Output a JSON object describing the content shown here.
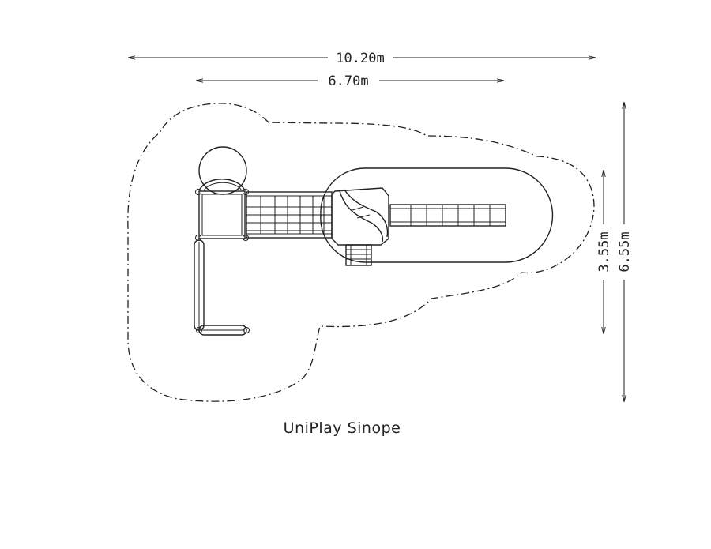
{
  "dimensions": {
    "total_width": "10.20m",
    "structure_width": "6.70m",
    "structure_depth": "3.55m",
    "total_depth": "6.55m"
  },
  "caption": "UniPlay Sinope"
}
